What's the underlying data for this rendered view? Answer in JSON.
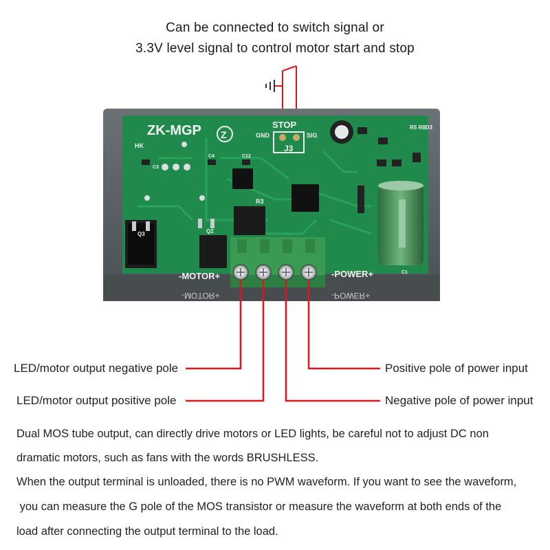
{
  "top_note": {
    "line1": "Can be connected to switch signal or",
    "line2": "3.3V level signal to control motor start and stop"
  },
  "board": {
    "model": "ZK-MGP",
    "mark_hk": "HK",
    "connector_j3": "J3",
    "gnd": "GND",
    "sig": "SIG",
    "stop": "STOP",
    "motor_silk": "-MOTOR+",
    "power_silk": "-POWER+",
    "q3": "Q3",
    "q2": "Q2",
    "c3": "C3",
    "c4": "C4",
    "c12": "C12",
    "r3": "R3",
    "r8": "R5 R8D3",
    "c1": "C1"
  },
  "callouts": {
    "motor_negative": "LED/motor output negative pole",
    "motor_positive": "LED/motor output positive pole",
    "power_positive": "Positive pole of power input",
    "power_negative": "Negative pole of power input"
  },
  "description": {
    "line1": "Dual MOS tube output, can directly drive motors or LED lights, be careful not to adjust DC non",
    "line2": "dramatic motors, such as fans with the words BRUSHLESS.",
    "line3": "When the output terminal is unloaded, there is no PWM waveform. If you want to see the waveform,",
    "line4": " you can measure the G pole of the MOS transistor or measure the waveform at both ends of the",
    "line5": "load after connecting the output terminal to the load."
  },
  "colors": {
    "callout_line": "#e0141b",
    "pcb": "#1f8a4c",
    "terminal": "#3a9a52",
    "case": "#5a6063"
  }
}
